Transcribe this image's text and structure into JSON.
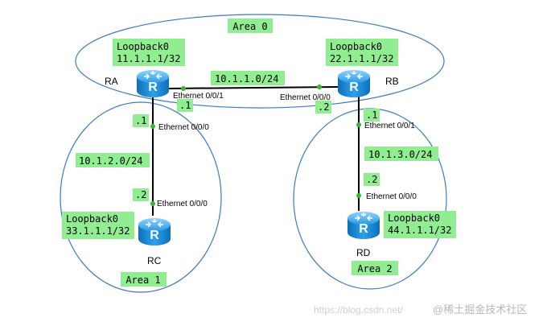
{
  "areas": {
    "area0": "Area 0",
    "area1": "Area 1",
    "area2": "Area 2"
  },
  "routers": {
    "ra": {
      "name": "RA",
      "loopback_label": "Loopback0",
      "loopback_ip": "11.1.1.1/32",
      "glyph": "R"
    },
    "rb": {
      "name": "RB",
      "loopback_label": "Loopback0",
      "loopback_ip": "22.1.1.1/32",
      "glyph": "R"
    },
    "rc": {
      "name": "RC",
      "loopback_label": "Loopback0",
      "loopback_ip": "33.1.1.1/32",
      "glyph": "R"
    },
    "rd": {
      "name": "RD",
      "loopback_label": "Loopback0",
      "loopback_ip": "44.1.1.1/32",
      "glyph": "R"
    }
  },
  "links": {
    "ra_rb": {
      "network": "10.1.1.0/24",
      "ra_port": "Ethernet 0/0/1",
      "ra_host": ".1",
      "rb_port": "Ethernet 0/0/0",
      "rb_host": ".2"
    },
    "ra_rc": {
      "network": "10.1.2.0/24",
      "ra_port": "Ethernet 0/0/0",
      "ra_host": ".1",
      "rc_port": "Ethernet 0/0/0",
      "rc_host": ".2"
    },
    "rb_rd": {
      "network": "10.1.3.0/24",
      "rb_port": "Ethernet 0/0/1",
      "rb_host": ".1",
      "rd_port": "Ethernet 0/0/0",
      "rd_host": ".2"
    }
  },
  "watermark": {
    "url": "https://blog.csdn.net/",
    "brand": "@稀土掘金技术社区"
  },
  "colors": {
    "area_outline": "#3a7bbf",
    "label_fill": "#90ee90",
    "link": "#000000",
    "port_dot": "#35b935",
    "router_body": "#1e8fd8"
  }
}
